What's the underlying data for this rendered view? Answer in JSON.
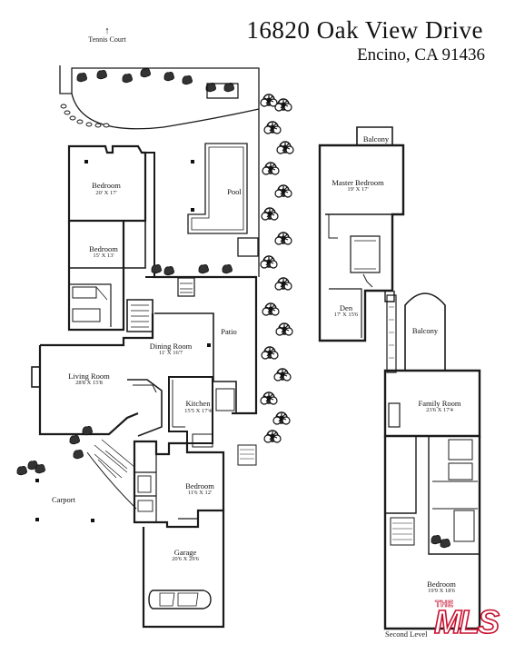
{
  "header": {
    "address": "16820 Oak View Drive",
    "city": "Encino, CA 91436"
  },
  "site": {
    "tennis_court": "Tennis Court",
    "carport": "Carport",
    "pool": "Pool",
    "patio": "Patio"
  },
  "rooms": {
    "bedroom_1": {
      "name": "Bedroom",
      "dims": "20' X 17'"
    },
    "bedroom_2": {
      "name": "Bedroom",
      "dims": "15' X 13'"
    },
    "dining_room": {
      "name": "Dining Room",
      "dims": "11' X 16'7"
    },
    "living_room": {
      "name": "Living Room",
      "dims": "28'8 X 15'8"
    },
    "kitchen": {
      "name": "Kitchen",
      "dims": "15'5 X 17'4"
    },
    "bedroom_3": {
      "name": "Bedroom",
      "dims": "11'6 X 12'"
    },
    "garage": {
      "name": "Garage",
      "dims": "20'6 X 29'6"
    },
    "balcony_upper": {
      "name": "Balcony"
    },
    "master_bedroom": {
      "name": "Master Bedroom",
      "dims": "19' X 17'"
    },
    "den": {
      "name": "Den",
      "dims": "17' X 15'6"
    },
    "balcony_side": {
      "name": "Balcony"
    },
    "family_room": {
      "name": "Family Room",
      "dims": "23'6 X 17'4"
    },
    "bedroom_4": {
      "name": "Bedroom",
      "dims": "19'9 X 18'6"
    }
  },
  "level_label": "Second Level",
  "logo": {
    "text": "THE MLS"
  },
  "colors": {
    "line": "#1a1a1a",
    "logo_red": "#c8102e"
  }
}
